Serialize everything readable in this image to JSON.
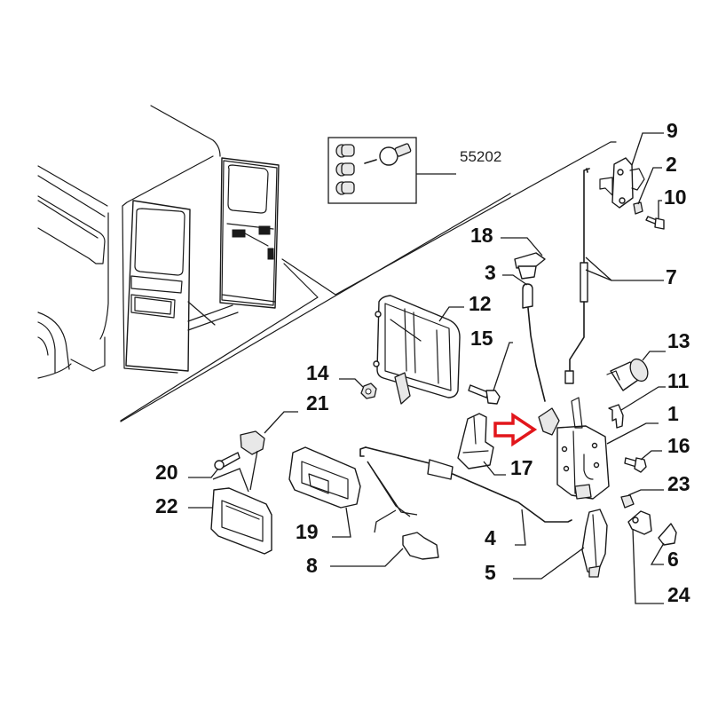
{
  "diagram": {
    "title": "Rear door lock assembly - exploded parts diagram",
    "subject": "Van with open rear doors",
    "kit_reference": "55202",
    "highlight_arrow_color": "#e2161b",
    "highlight_target_part": "1",
    "callouts": [
      {
        "id": "9",
        "label": "9",
        "part": "upper latch striker"
      },
      {
        "id": "2",
        "label": "2",
        "part": "nut"
      },
      {
        "id": "10",
        "label": "10",
        "part": "bolt"
      },
      {
        "id": "7",
        "label": "7",
        "part": "upper control rod"
      },
      {
        "id": "18",
        "label": "18",
        "part": "grommet"
      },
      {
        "id": "3",
        "label": "3",
        "part": "rod with cap"
      },
      {
        "id": "12",
        "label": "12",
        "part": "inner door handle"
      },
      {
        "id": "15",
        "label": "15",
        "part": "bolt"
      },
      {
        "id": "13",
        "label": "13",
        "part": "lock cylinder"
      },
      {
        "id": "11",
        "label": "11",
        "part": "clip"
      },
      {
        "id": "14",
        "label": "14",
        "part": "nut"
      },
      {
        "id": "21",
        "label": "21",
        "part": "clip"
      },
      {
        "id": "1",
        "label": "1",
        "part": "door lock mechanism"
      },
      {
        "id": "16",
        "label": "16",
        "part": "bolt"
      },
      {
        "id": "17",
        "label": "17",
        "part": "lever bracket"
      },
      {
        "id": "20",
        "label": "20",
        "part": "screw"
      },
      {
        "id": "22",
        "label": "22",
        "part": "handle bezel"
      },
      {
        "id": "19",
        "label": "19",
        "part": "handle housing"
      },
      {
        "id": "23",
        "label": "23",
        "part": "bolt"
      },
      {
        "id": "4",
        "label": "4",
        "part": "lower control rod"
      },
      {
        "id": "6",
        "label": "6",
        "part": "plate"
      },
      {
        "id": "5",
        "label": "5",
        "part": "actuator"
      },
      {
        "id": "8",
        "label": "8",
        "part": "rod clip"
      },
      {
        "id": "24",
        "label": "24",
        "part": "lower striker"
      }
    ]
  }
}
